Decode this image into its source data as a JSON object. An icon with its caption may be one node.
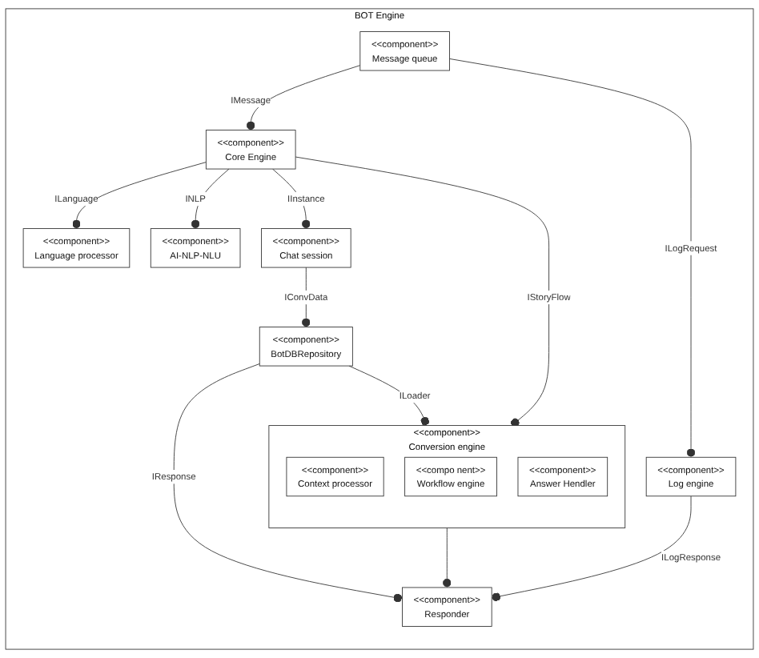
{
  "diagram": {
    "nodes": [
      {
        "text": [
          "BOT Engine"
        ]
      },
      {
        "text": [
          "<<component>>",
          "Message queue"
        ],
        "in": 0
      },
      {
        "text": [
          "<<component>>",
          "Core Engine"
        ],
        "in": 0
      },
      {
        "text": [
          "<<component>>",
          "Language processor"
        ],
        "in": 0
      },
      {
        "text": [
          "<<component>>",
          "AI-NLP-NLU"
        ],
        "in": 0
      },
      {
        "text": [
          "<<component>>",
          "Log engine"
        ],
        "in": 0
      },
      {
        "text": [
          "<<component>>",
          "Chat session"
        ],
        "in": 0
      },
      {
        "text": [
          "<<component>>",
          "Conversion engine"
        ],
        "in": 0
      },
      {
        "text": [
          "<<component>>",
          "Context processor"
        ],
        "in": 7
      },
      {
        "text": [
          "<<compo nent>>",
          "Workflow engine"
        ],
        "in": 7
      },
      {
        "text": [
          "<<component>>",
          "Answer Hendler"
        ],
        "in": 7
      },
      {
        "text": [
          "<<component>>",
          "Responder"
        ],
        "in": 0
      },
      {
        "text": [
          "<<component>>",
          "BotDBRepository"
        ],
        "in": 0
      }
    ],
    "edges": [
      {
        "from": 1,
        "to": 2,
        "arrow": "other",
        "label": "IMessage"
      },
      {
        "from": 2,
        "to": 3,
        "arrow": "other",
        "label": "ILanguage"
      },
      {
        "from": 2,
        "to": 4,
        "arrow": "other",
        "label": "INLP"
      },
      {
        "from": 1,
        "to": 5,
        "arrow": "other",
        "label": "ILogRequest"
      },
      {
        "from": 2,
        "to": 6,
        "arrow": "other",
        "label": "IInstance"
      },
      {
        "from": 2,
        "to": 7,
        "arrow": "other",
        "label": "IStoryFlow"
      },
      {
        "from": 5,
        "to": 11,
        "arrow": "other",
        "label": "ILogResponse"
      },
      {
        "from": 6,
        "to": 12,
        "arrow": "other",
        "label": "IConvData"
      },
      {
        "from": 12,
        "to": 11,
        "arrow": "other",
        "label": "IResponse"
      },
      {
        "from": 12,
        "to": 7,
        "arrow": "other",
        "label": "ILoader"
      },
      {
        "from": 7,
        "to": 11,
        "arrow": "other"
      }
    ]
  }
}
